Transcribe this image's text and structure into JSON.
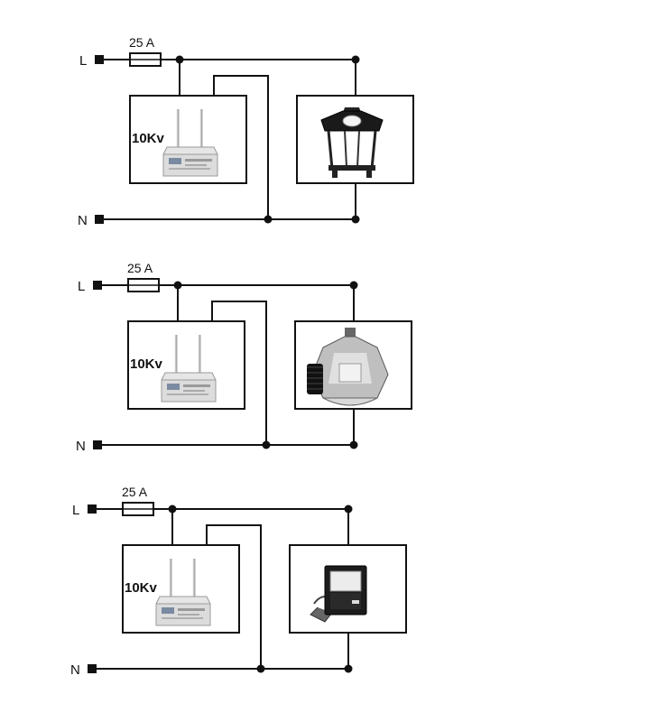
{
  "diagrams": [
    {
      "line_label": "L",
      "neutral_label": "N",
      "fuse_rating": "25 A",
      "protector_label": "10Kv",
      "fixture_icon": "lantern-light-icon"
    },
    {
      "line_label": "L",
      "neutral_label": "N",
      "fuse_rating": "25 A",
      "protector_label": "10Kv",
      "fixture_icon": "highbay-light-icon"
    },
    {
      "line_label": "L",
      "neutral_label": "N",
      "fuse_rating": "25 A",
      "protector_label": "10Kv",
      "fixture_icon": "floodlight-icon"
    }
  ]
}
